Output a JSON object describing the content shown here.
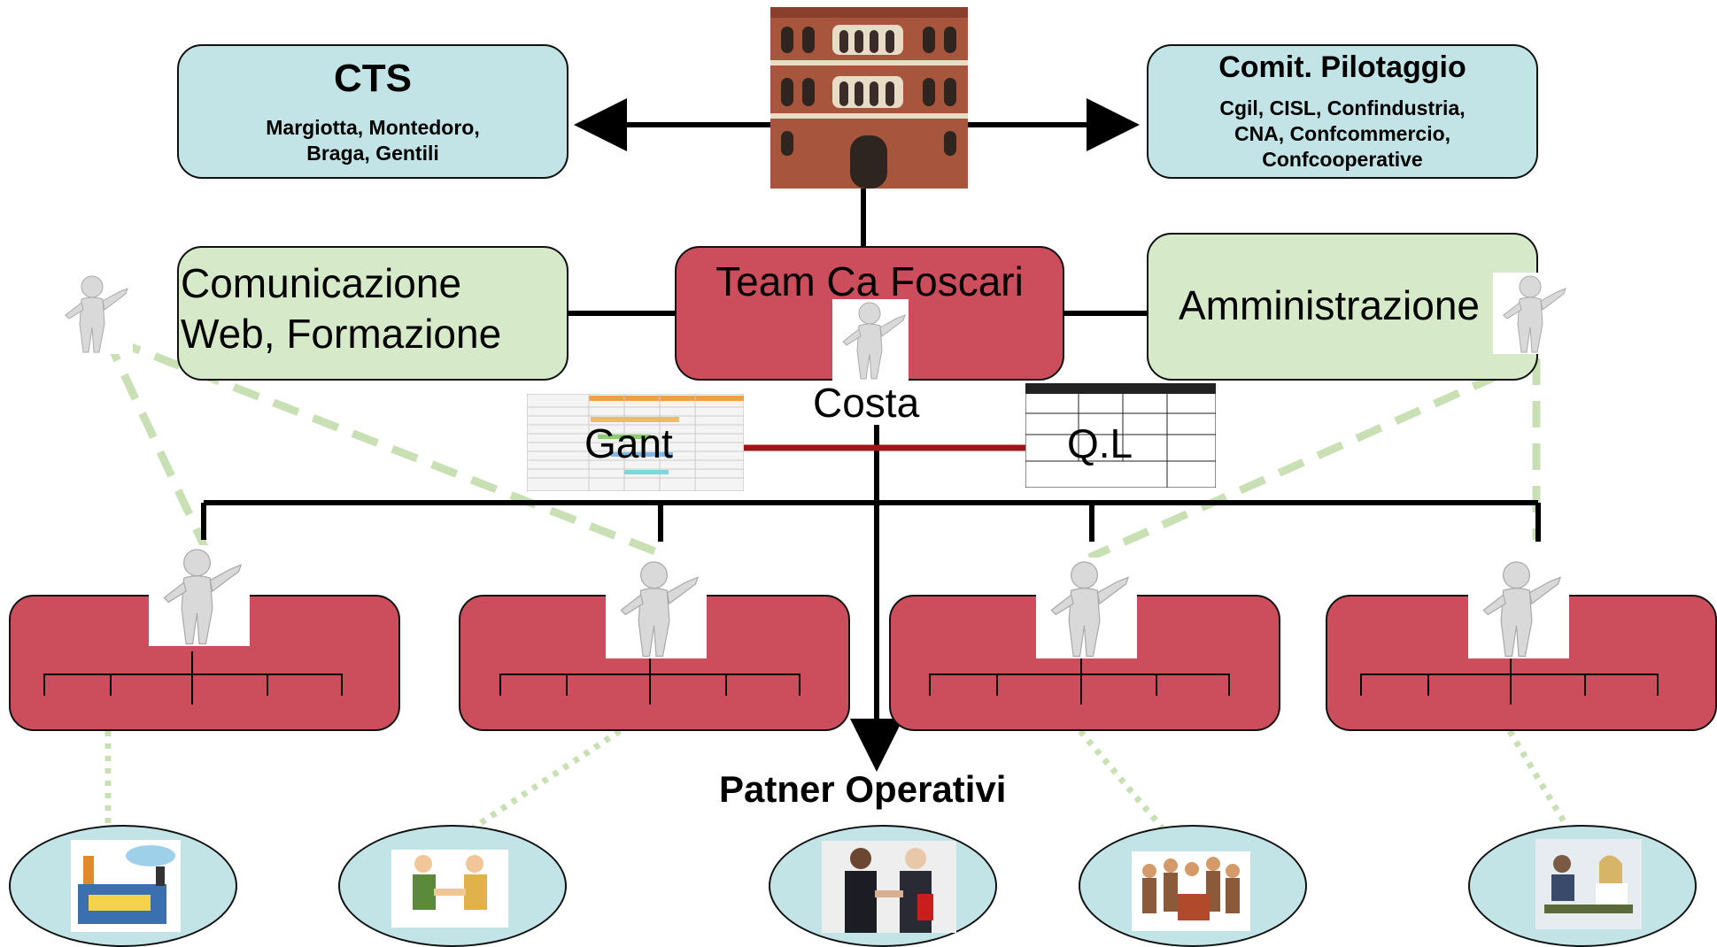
{
  "top": {
    "cts": {
      "title": "CTS",
      "members": [
        "Margiotta, Montedoro,",
        "Braga, Gentili"
      ]
    },
    "comitato": {
      "title": "Comit. Pilotaggio",
      "members": [
        "Cgil, CISL, Confindustria,",
        "CNA, Confcommercio,",
        "Confcooperative"
      ]
    }
  },
  "middle": {
    "comunicazione": [
      "Comunicazione",
      "Web, Formazione"
    ],
    "team": "Team Ca Foscari",
    "amministrazione": "Amministrazione",
    "costa": "Costa"
  },
  "tools": {
    "gant": "Gant",
    "ql": "Q.L"
  },
  "bottom": {
    "partner_label": "Patner Operativi"
  },
  "colors": {
    "blue_box": "#c2e4e6",
    "green_box": "#d6e9c8",
    "red_box": "#cc4e5c",
    "dashed_green": "#c8e0b4",
    "link_red": "#a01418"
  },
  "icons": {
    "building": "palazzo-building-icon",
    "person": "person-figure-icon",
    "factory": "factory-icon",
    "handshake": "handshake-icon",
    "business": "business-handshake-icon",
    "crowd": "crowd-icon",
    "students": "students-icon"
  }
}
